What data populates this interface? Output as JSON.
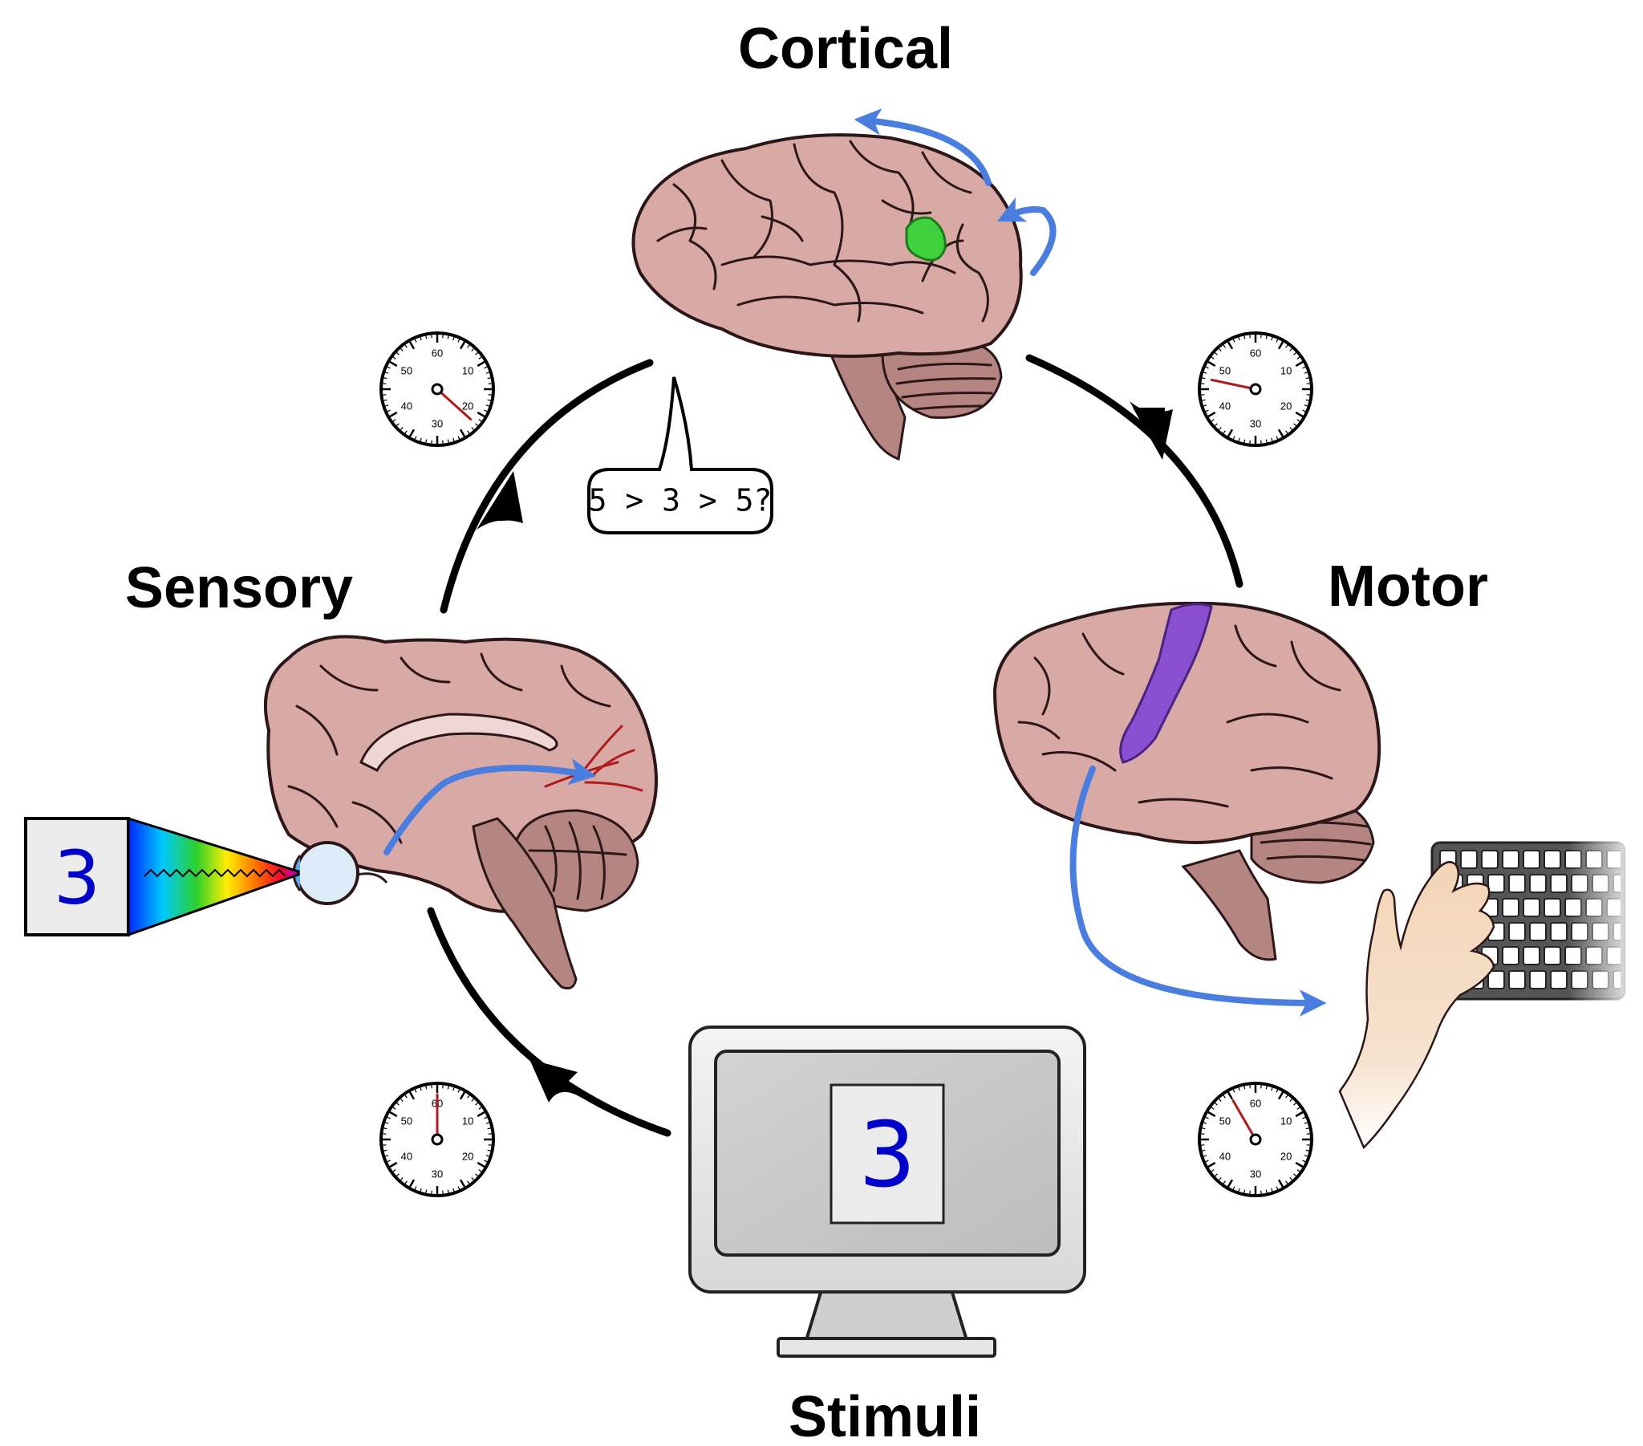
{
  "labels": {
    "cortical": "Cortical",
    "sensory": "Sensory",
    "motor": "Motor",
    "stimuli": "Stimuli"
  },
  "bubble": {
    "text": "5 > 3 > 5?"
  },
  "stimulus": {
    "digit": "3"
  },
  "clock": {
    "ticks": [
      "60",
      "10",
      "20",
      "30",
      "40",
      "50"
    ]
  },
  "timers": [
    {
      "id": "stimulus-to-sensory",
      "hand_seconds": 0
    },
    {
      "id": "sensory-to-cortical",
      "hand_seconds": 22
    },
    {
      "id": "cortical-to-motor",
      "hand_seconds": 47
    },
    {
      "id": "motor-response",
      "hand_seconds": 55
    }
  ],
  "colors": {
    "brain": "#d9a9a6",
    "brain_shadow": "#a87976",
    "sulcus": "#2b1718",
    "signal_arrow": "#4a7de0",
    "cycle_arrow": "#000000",
    "highlight_green": "#3fd13b",
    "highlight_purple": "#8a4fd0",
    "nerve_red": "#b11a1a",
    "digit_blue": "#0000cc",
    "clock_hand": "#b11a1a"
  }
}
